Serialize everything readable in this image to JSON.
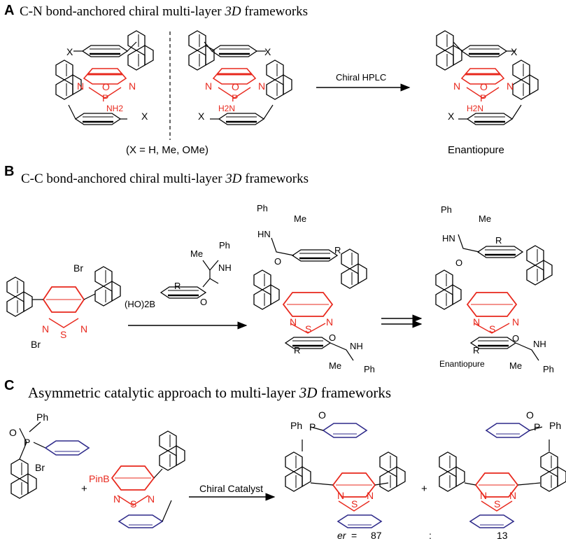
{
  "panels": [
    {
      "letter": "A",
      "title_pre": "C-N bond-anchored chiral multi-layer ",
      "title_em": "3D",
      "title_post": " frameworks"
    },
    {
      "letter": "B",
      "title_pre": "C-C bond-anchored chiral multi-layer ",
      "title_em": "3D",
      "title_post": " frameworks"
    },
    {
      "letter": "C",
      "title_pre": "Asymmetric catalytic approach to multi-layer ",
      "title_em": "3D",
      "title_post": " frameworks"
    }
  ],
  "panel_a": {
    "substituent_note": "(X = H, Me, OMe)",
    "arrow_label": "Chiral HPLC",
    "product_label": "Enantiopure",
    "atom_x": "X",
    "atom_n": "N",
    "atom_p": "P",
    "atom_o": "O",
    "nh2_left": "NH2",
    "nh2_right": "H2N"
  },
  "panel_b": {
    "reagent": "(HO)2B",
    "product_label": "Enantiopure",
    "atom_br": "Br",
    "atom_n": "N",
    "atom_s": "S",
    "atom_r": "R",
    "atom_nh": "NH",
    "atom_hn": "HN",
    "atom_o": "O",
    "atom_ph": "Ph",
    "atom_me": "Me"
  },
  "panel_c": {
    "arrow_label": "Chiral Catalyst",
    "pinb": "PinB",
    "plus": "+",
    "er_label": "er",
    "er_eq": "=",
    "er_major": "87",
    "er_sep": ":",
    "er_minor": "13",
    "atom_p": "P",
    "atom_o": "O",
    "atom_ph": "Ph",
    "atom_br": "Br",
    "atom_n": "N",
    "atom_s": "S"
  },
  "colors": {
    "red": "#e8281d",
    "blue": "#2e2a8a",
    "black": "#000000"
  }
}
